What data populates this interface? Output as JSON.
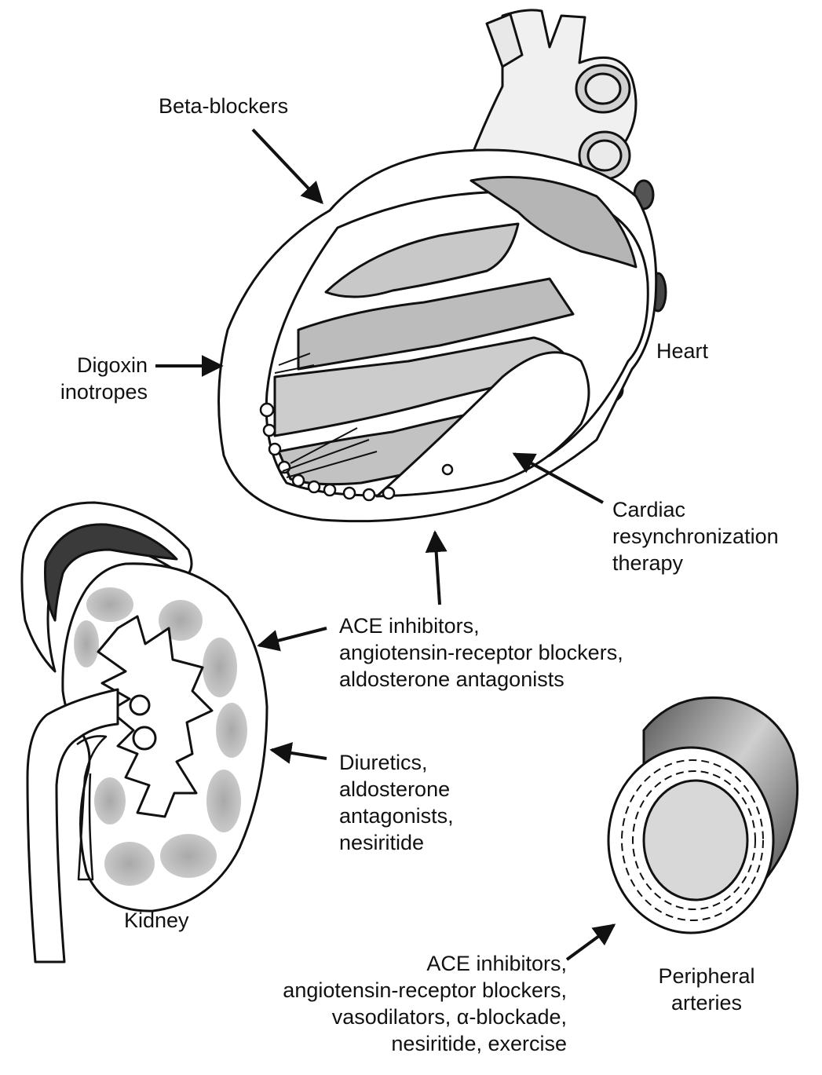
{
  "organs": {
    "heart": "Heart",
    "kidney": "Kidney",
    "arteries": [
      "Peripheral",
      "arteries"
    ]
  },
  "labels": {
    "beta_blockers": "Beta-blockers",
    "digoxin": [
      "Digoxin",
      "inotropes"
    ],
    "crt": [
      "Cardiac",
      "resynchronization",
      "therapy"
    ],
    "ace_heart_kidney": [
      "ACE inhibitors,",
      "angiotensin-receptor blockers,",
      "aldosterone antagonists"
    ],
    "diuretics": [
      "Diuretics,",
      "aldosterone",
      "antagonists,",
      "nesiritide"
    ],
    "arteries_drugs": [
      "ACE inhibitors,",
      "angiotensin-receptor blockers,",
      "vasodilators, α-blockade,",
      "nesiritide, exercise"
    ]
  },
  "colors": {
    "ink": "#111111",
    "shade_light": "#d9d9d9",
    "shade_mid": "#b8b8b8",
    "shade_dark": "#7a7a7a"
  }
}
